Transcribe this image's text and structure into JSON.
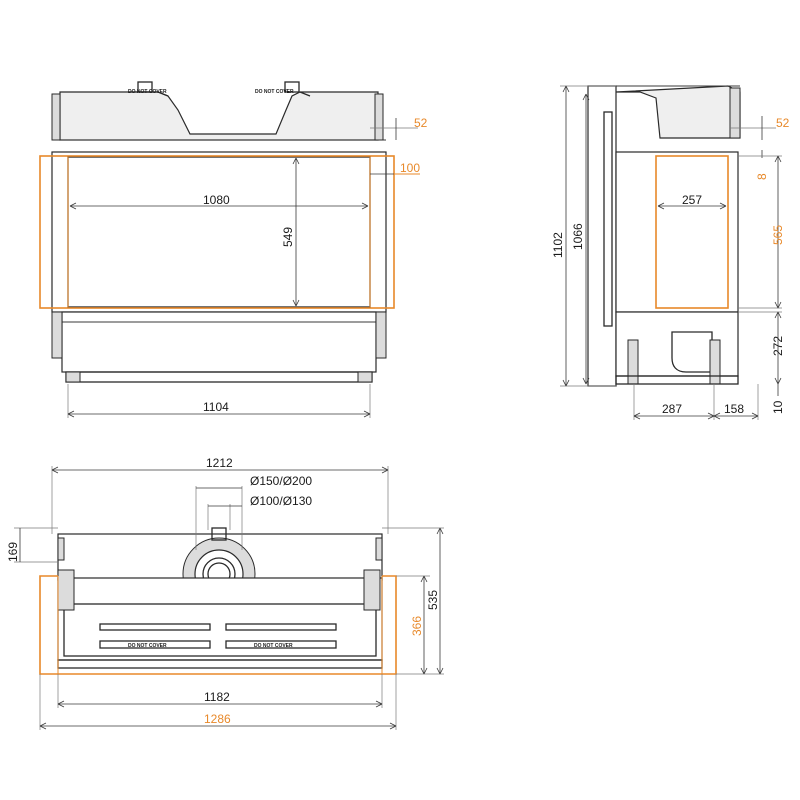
{
  "colors": {
    "line": "#2a2a2a",
    "accent": "#e8892a",
    "background": "#ffffff"
  },
  "front_view": {
    "label_top_left": "DO NOT COVER",
    "label_top_right": "DO NOT COVER",
    "dim_opening_width": "1080",
    "dim_opening_height": "549",
    "dim_overall_width": "1104",
    "dim_top_gap": "52",
    "dim_frame": "100"
  },
  "side_view": {
    "dim_top_gap": "52",
    "dim_small": "8",
    "dim_depth": "257",
    "dim_opening_height": "565",
    "dim_total_height": "1102",
    "dim_body_height": "1066",
    "dim_base_height": "272",
    "dim_feet": "10",
    "dim_base_depth": "287",
    "dim_back_depth": "158"
  },
  "top_view": {
    "label_vent_left": "DO NOT COVER",
    "label_vent_right": "DO NOT COVER",
    "dim_width": "1212",
    "dim_flue_outer": "Ø150/Ø200",
    "dim_flue_inner": "Ø100/Ø130",
    "dim_left_depth": "169",
    "dim_right_depth": "535",
    "dim_opening_depth": "366",
    "dim_inner_width": "1182",
    "dim_total_width": "1286"
  }
}
